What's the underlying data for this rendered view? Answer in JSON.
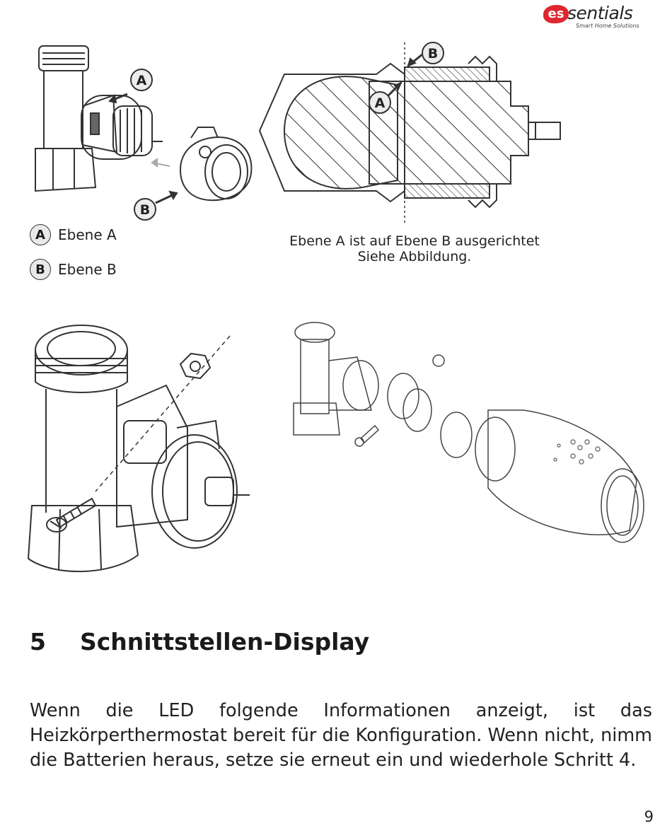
{
  "logo": {
    "badge": "es",
    "word": "sentials",
    "tagline": "Smart Home Solutions"
  },
  "figure_labels": {
    "a": "A",
    "b": "B"
  },
  "legend": [
    {
      "letter": "A",
      "label": "Ebene A"
    },
    {
      "letter": "B",
      "label": "Ebene B"
    }
  ],
  "caption": {
    "line1": "Ebene A ist auf Ebene B ausgerichtet",
    "line2": "Siehe Abbildung."
  },
  "section": {
    "number": "5",
    "title": "Schnittstellen-Display"
  },
  "paragraph": "Wenn die LED folgende Informationen anzeigt, ist das Heizkörperthermostat bereit für die Konfiguration. Wenn nicht, nimm die Batterien heraus, setze sie erneut ein und wiederhole Schritt 4.",
  "page_number": "9"
}
